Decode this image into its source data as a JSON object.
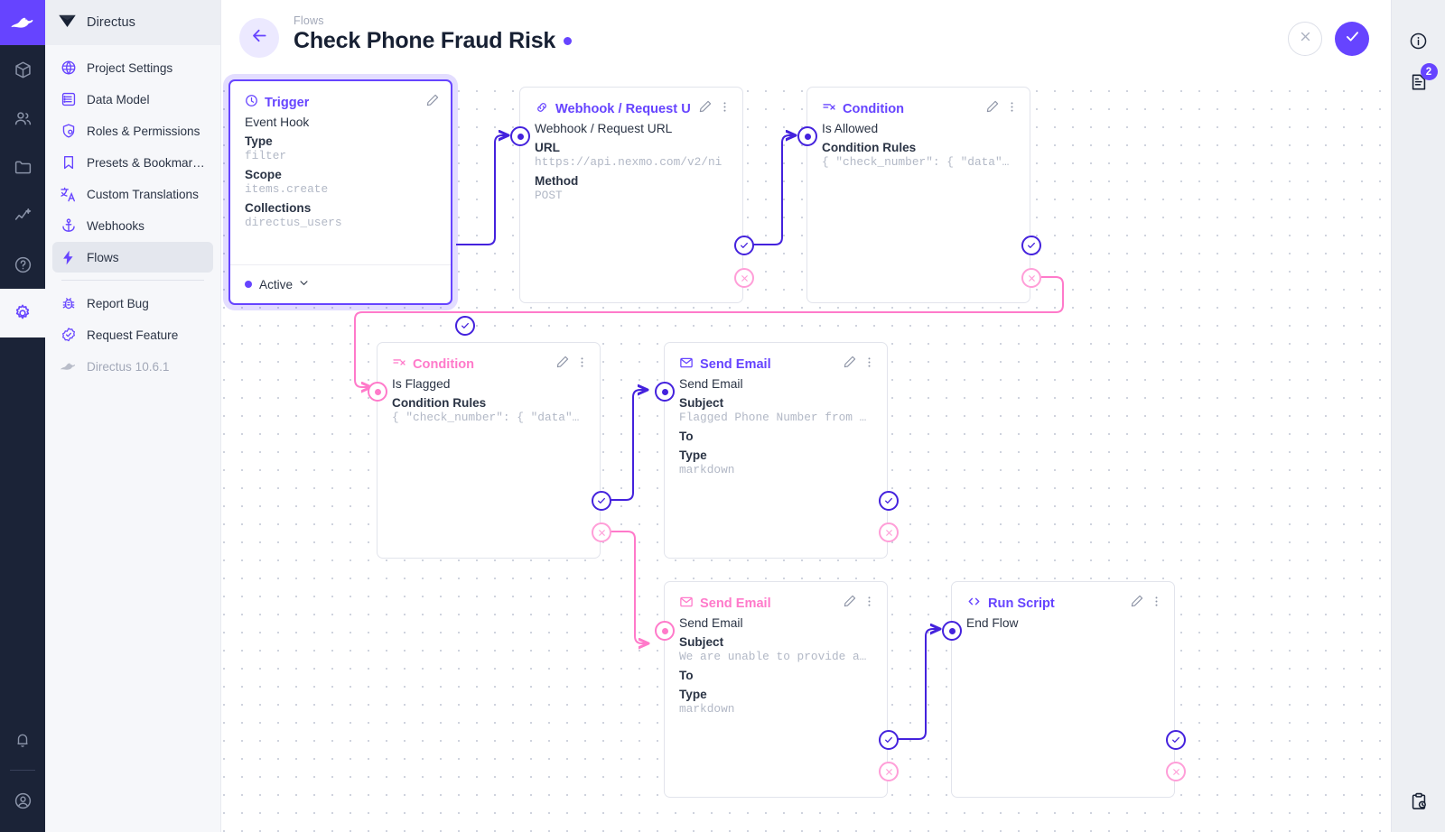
{
  "app": {
    "brand": "Directus",
    "version_label": "Directus 10.6.1"
  },
  "rail": {
    "items": [
      {
        "name": "logo",
        "icon": "directus-rabbit-logo"
      },
      {
        "name": "content",
        "icon": "box-icon"
      },
      {
        "name": "user-directory",
        "icon": "people-icon"
      },
      {
        "name": "file-library",
        "icon": "folder-icon"
      },
      {
        "name": "insights",
        "icon": "analytics-icon"
      },
      {
        "name": "docs",
        "icon": "help-circle-icon"
      },
      {
        "name": "settings",
        "icon": "gear-icon"
      }
    ],
    "bottom": [
      {
        "name": "notifications",
        "icon": "bell-icon"
      },
      {
        "name": "account",
        "icon": "user-circle-icon"
      }
    ]
  },
  "sidebar": {
    "header_label": "Directus",
    "items": [
      {
        "label": "Project Settings",
        "icon": "globe-icon",
        "selected": false
      },
      {
        "label": "Data Model",
        "icon": "list-box-icon",
        "selected": false
      },
      {
        "label": "Roles & Permissions",
        "icon": "shield-icon",
        "selected": false
      },
      {
        "label": "Presets & Bookmar…",
        "icon": "bookmark-icon",
        "selected": false
      },
      {
        "label": "Custom Translations",
        "icon": "translate-icon",
        "selected": false
      },
      {
        "label": "Webhooks",
        "icon": "anchor-icon",
        "selected": false
      },
      {
        "label": "Flows",
        "icon": "bolt-icon",
        "selected": true
      }
    ],
    "footer_items": [
      {
        "label": "Report Bug",
        "icon": "bug-icon"
      },
      {
        "label": "Request Feature",
        "icon": "badge-check-icon"
      }
    ],
    "version": "Directus 10.6.1"
  },
  "header": {
    "breadcrumb": "Flows",
    "title": "Check Phone Fraud Risk",
    "status_dot_color": "#6644ff",
    "back_icon": "arrow-left-icon",
    "cancel_label": "",
    "save_label": ""
  },
  "right_sidebar": {
    "items": [
      {
        "name": "info",
        "icon": "info-circle-icon",
        "badge": null
      },
      {
        "name": "logs",
        "icon": "file-log-icon",
        "badge": "2"
      },
      {
        "name": "activity",
        "icon": "clipboard-clock-icon",
        "badge": null
      }
    ]
  },
  "flow": {
    "nodes": [
      {
        "id": "trigger",
        "type_label": "Trigger",
        "type_icon": "trigger-bolt-circle-icon",
        "accent": "purple",
        "selected": true,
        "name": "Event Hook",
        "fields": [
          {
            "label": "Type",
            "value": "filter"
          },
          {
            "label": "Scope",
            "value": "items.create"
          },
          {
            "label": "Collections",
            "value": "directus_users"
          }
        ],
        "footer": {
          "status": "Active",
          "chevron": "chevron-down-icon"
        }
      },
      {
        "id": "webhook",
        "type_label": "Webhook / Request U",
        "type_icon": "link-icon",
        "accent": "purple",
        "selected": false,
        "name": "Webhook / Request URL",
        "fields": [
          {
            "label": "URL",
            "value": "https://api.nexmo.com/v2/ni"
          },
          {
            "label": "Method",
            "value": "POST"
          }
        ]
      },
      {
        "id": "cond-allowed",
        "type_label": "Condition",
        "type_icon": "condition-icon",
        "accent": "purple",
        "selected": false,
        "name": "Is Allowed",
        "fields": [
          {
            "label": "Condition Rules",
            "value": "{ \"check_number\": { \"data\"…"
          }
        ]
      },
      {
        "id": "cond-flagged",
        "type_label": "Condition",
        "type_icon": "condition-icon",
        "accent": "pink",
        "selected": false,
        "name": "Is Flagged",
        "fields": [
          {
            "label": "Condition Rules",
            "value": "{ \"check_number\": { \"data\"…"
          }
        ]
      },
      {
        "id": "email-flagged",
        "type_label": "Send Email",
        "type_icon": "envelope-icon",
        "accent": "purple",
        "selected": false,
        "name": "Send Email",
        "fields": [
          {
            "label": "Subject",
            "value": "Flagged Phone Number from …"
          },
          {
            "label": "To",
            "value": ""
          },
          {
            "label": "Type",
            "value": "markdown"
          }
        ]
      },
      {
        "id": "email-unable",
        "type_label": "Send Email",
        "type_icon": "envelope-icon",
        "accent": "pink",
        "selected": false,
        "name": "Send Email",
        "fields": [
          {
            "label": "Subject",
            "value": "We are unable to provide a…"
          },
          {
            "label": "To",
            "value": ""
          },
          {
            "label": "Type",
            "value": "markdown"
          }
        ]
      },
      {
        "id": "run-script",
        "type_label": "Run Script",
        "type_icon": "code-brackets-icon",
        "accent": "purple",
        "selected": false,
        "name": "End Flow",
        "fields": []
      }
    ],
    "colors": {
      "success_edge": "#4422dd",
      "reject_edge": "#ff7aca",
      "accent": "#6644ff",
      "pink": "#ff7aca"
    }
  }
}
